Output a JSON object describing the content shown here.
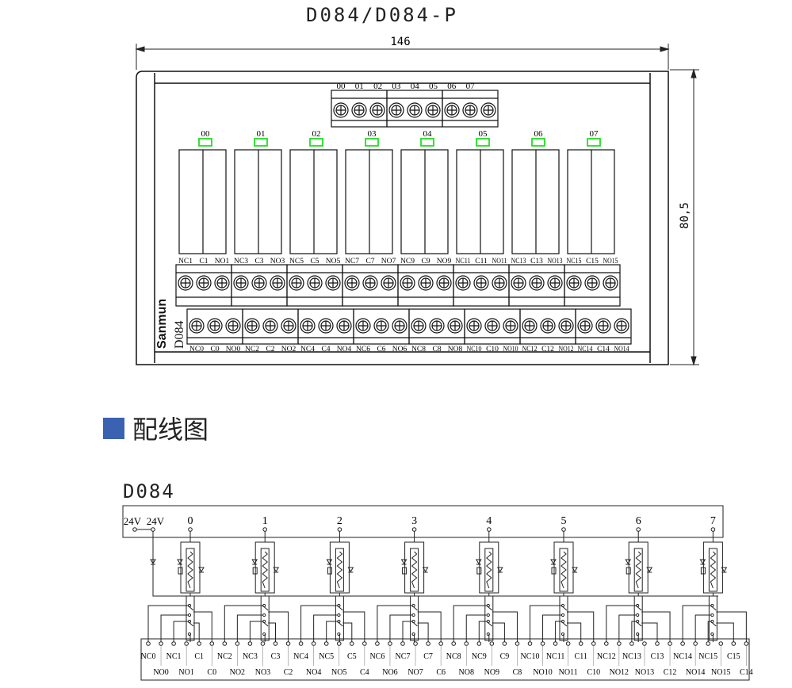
{
  "title": "D084/D084-P",
  "dimensions": {
    "width": "146",
    "height": "80,5"
  },
  "top_terminal_labels": [
    "00",
    "01",
    "02",
    "03",
    "04",
    "05",
    "06",
    "07"
  ],
  "led_labels": [
    "00",
    "01",
    "02",
    "03",
    "04",
    "05",
    "06",
    "07"
  ],
  "led_color": "#22dd22",
  "upper_terminal_labels": [
    [
      "NC1",
      "C1",
      "NO1"
    ],
    [
      "NC3",
      "C3",
      "NO3"
    ],
    [
      "NC5",
      "C5",
      "NO5"
    ],
    [
      "NC7",
      "C7",
      "NO7"
    ],
    [
      "NC9",
      "C9",
      "NO9"
    ],
    [
      "NC11",
      "C11",
      "NO11"
    ],
    [
      "NC13",
      "C13",
      "NO13"
    ],
    [
      "NC15",
      "C15",
      "NO15"
    ]
  ],
  "lower_terminal_labels": [
    [
      "NC0",
      "C0",
      "NO0"
    ],
    [
      "NC2",
      "C2",
      "NO2"
    ],
    [
      "NC4",
      "C4",
      "NO4"
    ],
    [
      "NC6",
      "C6",
      "NO6"
    ],
    [
      "NC8",
      "C8",
      "NO8"
    ],
    [
      "NC10",
      "C10",
      "NO10"
    ],
    [
      "NC12",
      "C12",
      "NO12"
    ],
    [
      "NC14",
      "C14",
      "NO14"
    ]
  ],
  "brand": "Sanmun",
  "model": "D084",
  "section": {
    "heading": "配线图",
    "marker_color": "#3a62b0"
  },
  "wiring": {
    "title": "D084",
    "supply_labels": [
      "24V",
      "24V"
    ],
    "channel_labels": [
      "0",
      "1",
      "2",
      "3",
      "4",
      "5",
      "6",
      "7"
    ],
    "terminal_labels": [
      "NC0",
      "NO0",
      "NC1",
      "NO1",
      "C1",
      "C0",
      "NC2",
      "NO2",
      "NC3",
      "NO3",
      "C3",
      "C2",
      "NC4",
      "NO4",
      "NC5",
      "NO5",
      "C5",
      "C4",
      "NC6",
      "NO6",
      "NC7",
      "NO7",
      "C7",
      "C6",
      "NC8",
      "NO8",
      "NC9",
      "NO9",
      "C9",
      "C8",
      "NC10",
      "NO10",
      "NC11",
      "NO11",
      "C11",
      "C10",
      "NC12",
      "NO12",
      "NC13",
      "NO13",
      "C13",
      "C12",
      "NC14",
      "NO14",
      "NC15",
      "NO15",
      "C15",
      "C14"
    ]
  }
}
